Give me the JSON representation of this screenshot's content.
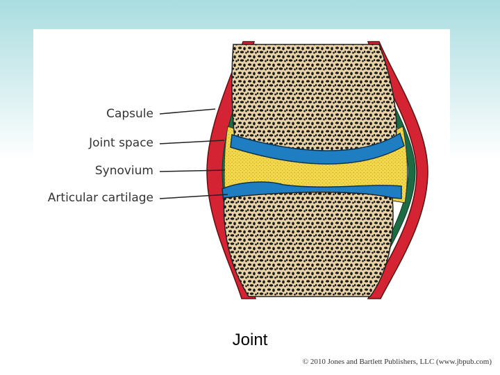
{
  "figure": {
    "labels": {
      "capsule": "Capsule",
      "joint_space": "Joint space",
      "synovium": "Synovium",
      "articular_cartilage": "Articular cartilage"
    },
    "colors": {
      "capsule": "#d42433",
      "synovium": "#1d6b45",
      "joint_fluid": "#f2d64b",
      "cartilage": "#1f7ec2",
      "bone_base": "#e8d2a8",
      "bone_pores": "#1a1a1a"
    }
  },
  "slide": {
    "title": "Joint",
    "copyright": "© 2010 Jones and Bartlett Publishers, LLC (www.jbpub.com)"
  }
}
